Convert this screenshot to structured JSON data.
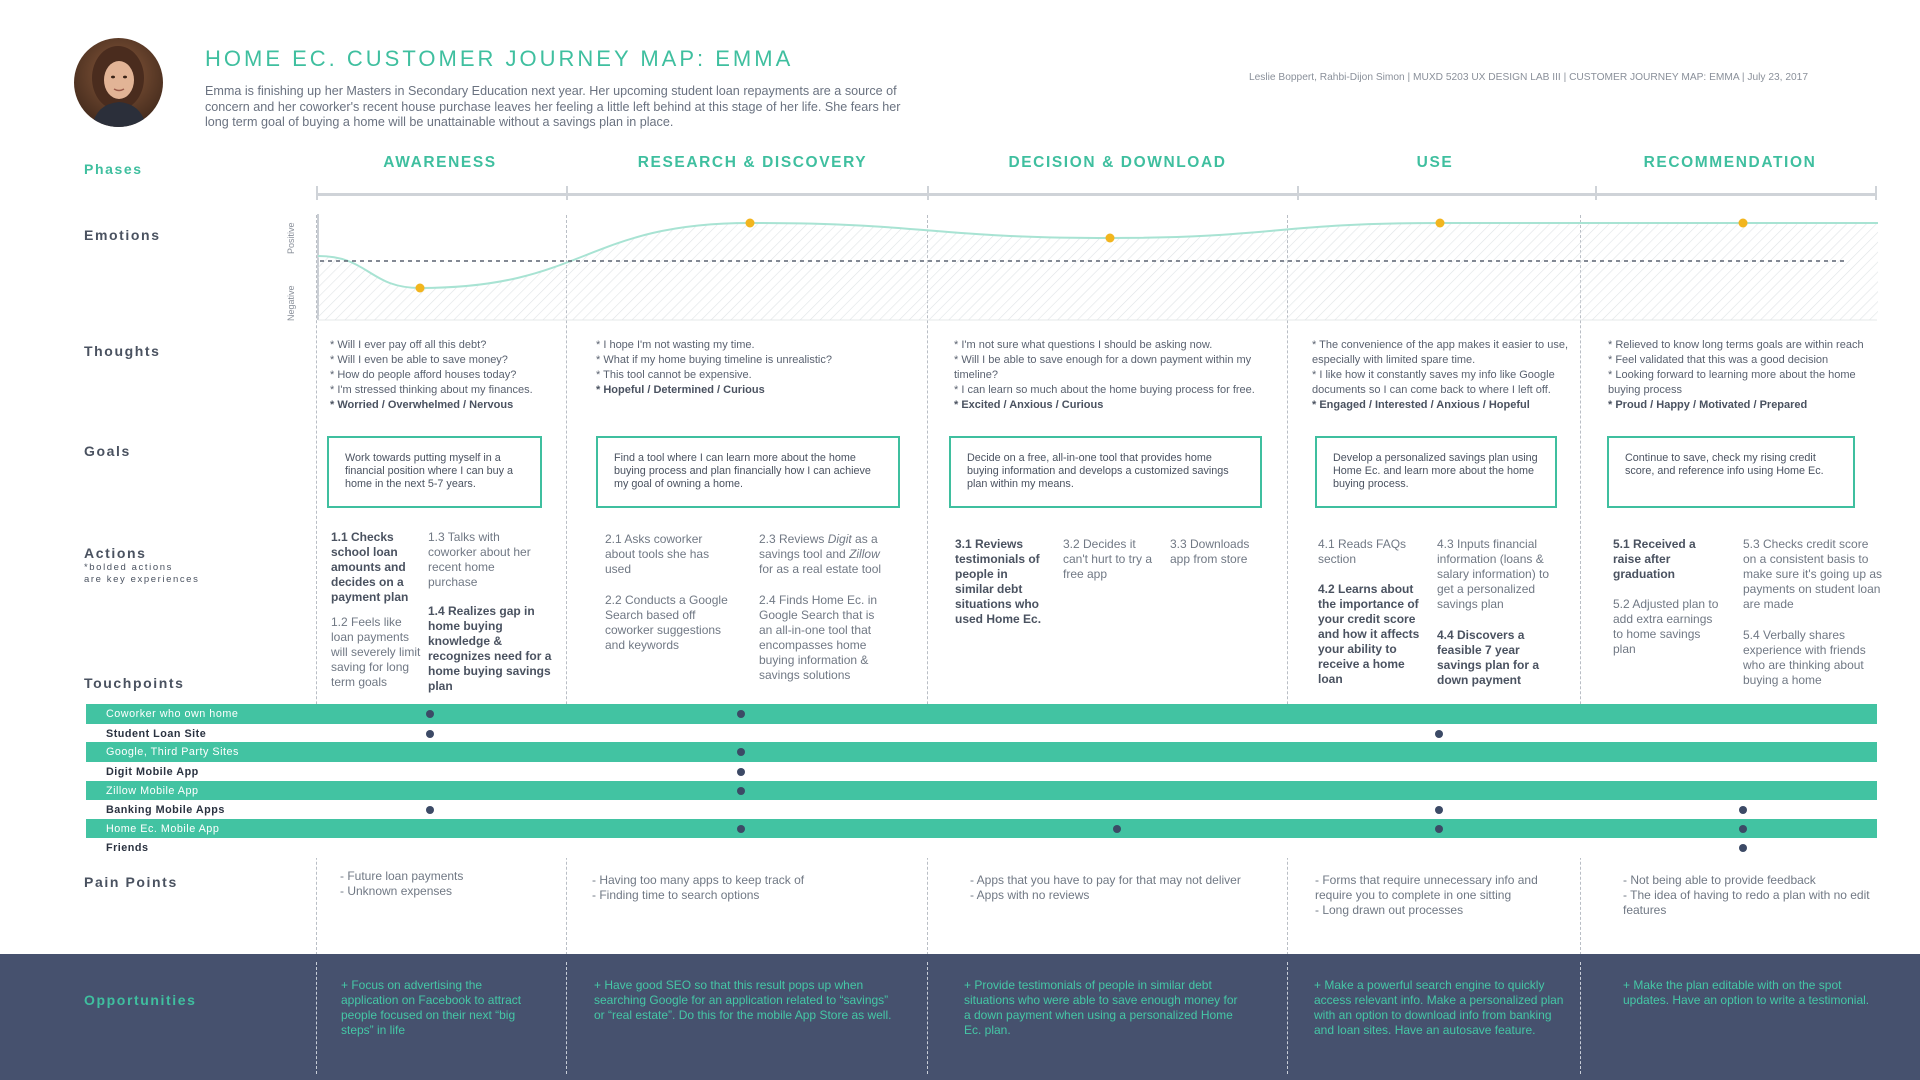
{
  "header": {
    "title": "HOME EC. CUSTOMER JOURNEY MAP: EMMA",
    "intro": "Emma is finishing up her Masters in Secondary Education next year. Her upcoming student loan repayments are a source of concern and her coworker's recent house purchase leaves her feeling a little left behind at this stage of her life. She fears her long term goal of buying a home will be unattainable without a savings plan in place.",
    "credits": "Leslie Boppert, Rahbi-Dijon Simon  |  MUXD 5203 UX DESIGN LAB III | CUSTOMER JOURNEY MAP: EMMA  |  July 23, 2017"
  },
  "labels": {
    "phases": "Phases",
    "emotions": "Emotions",
    "positive": "Positive",
    "negative": "Negative",
    "thoughts": "Thoughts",
    "goals": "Goals",
    "actions": "Actions",
    "actions_note_1": "*bolded actions",
    "actions_note_2": "are key experiences",
    "touchpoints": "Touchpoints",
    "pain_points": "Pain Points",
    "opportunities": "Opportunities"
  },
  "phases": [
    {
      "name": "AWARENESS"
    },
    {
      "name": "RESEARCH & DISCOVERY"
    },
    {
      "name": "DECISION & DOWNLOAD"
    },
    {
      "name": "USE"
    },
    {
      "name": "RECOMMENDATION"
    }
  ],
  "emotions": {
    "curve_nodes": [
      "slightly negative start",
      "negative",
      "positive",
      "slightly positive",
      "positive",
      "positive"
    ],
    "marked_points": [
      "negative",
      "positive",
      "slightly positive",
      "positive",
      "positive"
    ],
    "colors": {
      "curve": "#a8e3d3",
      "marker": "#f2b51e",
      "baseline": "#5a6270"
    }
  },
  "thoughts": [
    {
      "lines": [
        "* Will I ever pay off all this debt?",
        "* Will I even be able to save money?",
        "* How do people afford houses today?",
        "* I'm stressed thinking about my finances."
      ],
      "emotions": "* Worried / Overwhelmed / Nervous"
    },
    {
      "lines": [
        "* I hope I'm not wasting my time.",
        "* What if my home buying timeline is unrealistic?",
        "* This tool cannot be expensive."
      ],
      "emotions": "* Hopeful / Determined / Curious"
    },
    {
      "lines": [
        "* I'm not sure what questions I should be asking now.",
        "* Will I be able to save enough for a down payment within my timeline?",
        "* I can learn so much about the home buying process for free."
      ],
      "emotions": "* Excited / Anxious / Curious"
    },
    {
      "lines": [
        "* The convenience of the app makes it easier to use, especially with limited spare time.",
        "* I like how it constantly saves my info like Google documents so I can come back to where I left off."
      ],
      "emotions": "* Engaged / Interested / Anxious / Hopeful"
    },
    {
      "lines": [
        "* Relieved to know long terms goals are within reach",
        "* Feel validated that this was a good decision",
        "* Looking forward to learning more about the home buying process"
      ],
      "emotions": "* Proud / Happy / Motivated / Prepared"
    }
  ],
  "goals": [
    "Work towards putting myself in a financial position where I can buy a home in the next 5-7 years.",
    "Find a tool where I can learn more about the home buying process and plan financially how I can achieve my goal of owning a home.",
    "Decide on a free, all-in-one tool that provides home buying information and develops a customized savings plan within my means.",
    "Develop a personalized savings plan using Home Ec. and learn more about the home buying process.",
    "Continue to save, check my rising credit score, and reference info using Home Ec."
  ],
  "actions": {
    "a1_1": "1.1 Checks school loan amounts and decides on a payment plan",
    "a1_2": "1.2 Feels like loan payments will severely limit saving for long term goals",
    "a1_3": "1.3 Talks with coworker about her recent home purchase",
    "a1_4": "1.4 Realizes gap in home buying knowledge & recognizes need for a home buying savings plan",
    "a2_1": "2.1 Asks coworker about tools she has used",
    "a2_2": "2.2 Conducts a Google Search based off coworker suggestions and keywords",
    "a2_3_pre": "2.3 Reviews ",
    "a2_3_digit": "Digit",
    "a2_3_mid": " as a savings tool and ",
    "a2_3_zillow": "Zillow",
    "a2_3_post": " for as a real estate tool",
    "a2_4": "2.4 Finds Home Ec. in Google Search that is an all-in-one tool that encompasses home buying information & savings solutions",
    "a3_1": "3.1 Reviews testimonials of people in similar debt situations who used Home Ec.",
    "a3_2": "3.2 Decides it can't hurt to try a free app",
    "a3_3": "3.3 Downloads app from store",
    "a4_1": "4.1 Reads FAQs section",
    "a4_2": "4.2 Learns about the importance of your credit score and how it affects your ability to receive a home loan",
    "a4_3": "4.3 Inputs financial information (loans & salary information) to get a personalized savings plan",
    "a4_4": "4.4 Discovers a feasible 7 year savings plan for a down payment",
    "a5_1": "5.1 Received a raise after graduation",
    "a5_2": "5.2 Adjusted plan to add extra earnings to home savings plan",
    "a5_3": "5.3 Checks credit score on a consistent basis to make sure it's going up as payments on student loan are made",
    "a5_4": "5.4 Verbally shares experience with friends who are thinking about buying a home"
  },
  "touchpoints": [
    {
      "label": "Coworker who own home",
      "style": "filled",
      "phases": [
        1,
        2
      ]
    },
    {
      "label": "Student Loan Site",
      "style": "plain",
      "phases": [
        1,
        4
      ]
    },
    {
      "label": "Google, Third Party Sites",
      "style": "filled",
      "phases": [
        2
      ]
    },
    {
      "label": "Digit Mobile App",
      "style": "plain",
      "phases": [
        2
      ]
    },
    {
      "label": "Zillow Mobile App",
      "style": "filled",
      "phases": [
        2
      ]
    },
    {
      "label": "Banking Mobile Apps",
      "style": "plain",
      "phases": [
        1,
        4,
        5
      ]
    },
    {
      "label": "Home Ec. Mobile App",
      "style": "filled",
      "phases": [
        2,
        3,
        4,
        5
      ]
    },
    {
      "label": "Friends",
      "style": "plain",
      "phases": [
        5
      ]
    }
  ],
  "pain_points": [
    [
      "- Future loan payments",
      "- Unknown expenses"
    ],
    [
      "- Having too many apps to keep track of",
      "- Finding time to search options"
    ],
    [
      "- Apps that you have to pay for that may not deliver",
      "- Apps with no reviews"
    ],
    [
      "- Forms that require unnecessary info and require you to complete in one sitting",
      "- Long drawn out processes"
    ],
    [
      "- Not being able to provide feedback",
      "- The idea of having to redo a plan with no edit features"
    ]
  ],
  "opportunities": [
    "+ Focus on advertising the application on Facebook to attract people focused on their next “big steps” in life",
    "+ Have good SEO so that this result pops up when searching Google for an application related to “savings” or “real estate”. Do this for the mobile App Store as well.",
    "+ Provide testimonials of people in similar debt situations who were able to save enough money for a down payment when using a personalized Home Ec. plan.",
    "+ Make a powerful search engine to quickly access relevant info. Make a personalized plan with an option to download info from banking and loan sites. Have an autosave feature.",
    "+ Make the plan editable with on the spot updates. Have an option to write a testimonial."
  ],
  "colors": {
    "teal": "#3fbf9f",
    "touchpoint_band": "#42c3a2",
    "opportunity_band": "#46516e",
    "dot": "#3c4a66"
  }
}
